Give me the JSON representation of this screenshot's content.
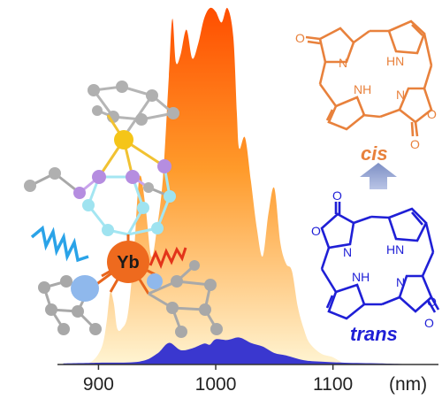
{
  "chart_data": {
    "type": "area",
    "xlabel": "",
    "x_unit_label": "(nm)",
    "xlim": [
      865,
      1190
    ],
    "ylim": [
      0,
      1.0
    ],
    "ticks": [
      {
        "value": 900,
        "label": "900"
      },
      {
        "value": 1000,
        "label": "1000"
      },
      {
        "value": 1100,
        "label": "1100"
      }
    ],
    "series": [
      {
        "key": "orange",
        "color_top": "#ff4e00",
        "color_bottom": "#fff4d2",
        "x": [
          885,
          895,
          903,
          907,
          910,
          913,
          916,
          920,
          925,
          930,
          935,
          940,
          945,
          950,
          955,
          960,
          963,
          966,
          970,
          975,
          980,
          985,
          990,
          995,
          1000,
          1005,
          1010,
          1015,
          1018,
          1020,
          1025,
          1030,
          1035,
          1040,
          1045,
          1050,
          1055,
          1060,
          1065,
          1070,
          1075,
          1080,
          1090,
          1100,
          1110
        ],
        "values": [
          0.0,
          0.01,
          0.05,
          0.12,
          0.2,
          0.17,
          0.1,
          0.1,
          0.14,
          0.3,
          0.52,
          0.44,
          0.3,
          0.38,
          0.52,
          0.8,
          0.96,
          0.84,
          0.86,
          0.93,
          0.85,
          0.89,
          0.96,
          0.99,
          0.98,
          0.95,
          0.99,
          0.91,
          0.7,
          0.6,
          0.63,
          0.51,
          0.38,
          0.3,
          0.42,
          0.49,
          0.34,
          0.28,
          0.26,
          0.16,
          0.1,
          0.06,
          0.03,
          0.02,
          0.0
        ]
      },
      {
        "key": "blue",
        "color": "#3a37cf",
        "x": [
          870,
          900,
          935,
          950,
          960,
          970,
          980,
          990,
          995,
          1000,
          1010,
          1020,
          1030,
          1040,
          1050,
          1060,
          1075,
          1090,
          1110,
          1140,
          1170
        ],
        "values": [
          0.003,
          0.005,
          0.008,
          0.03,
          0.06,
          0.04,
          0.045,
          0.058,
          0.055,
          0.07,
          0.068,
          0.075,
          0.06,
          0.05,
          0.032,
          0.025,
          0.012,
          0.008,
          0.005,
          0.003,
          0.0
        ]
      }
    ]
  },
  "complex": {
    "metal_label": "Yb"
  },
  "structures": {
    "cis": {
      "label": "cis",
      "color": "#e8813c",
      "atoms": {
        "o_left": "O",
        "n_left": "N",
        "hn": "HN",
        "nh": "NH",
        "n_right": "N",
        "o_ring": "O",
        "o_bottom": "O"
      }
    },
    "trans": {
      "label": "trans",
      "color": "#1f1fd6",
      "atoms": {
        "o_top": "O",
        "o_ring_left": "O",
        "n_left": "N",
        "hn": "HN",
        "nh": "NH",
        "n_right": "N",
        "o_ring_right": "O",
        "o_right": "O"
      }
    }
  },
  "arrow_color": "#8a99c7"
}
